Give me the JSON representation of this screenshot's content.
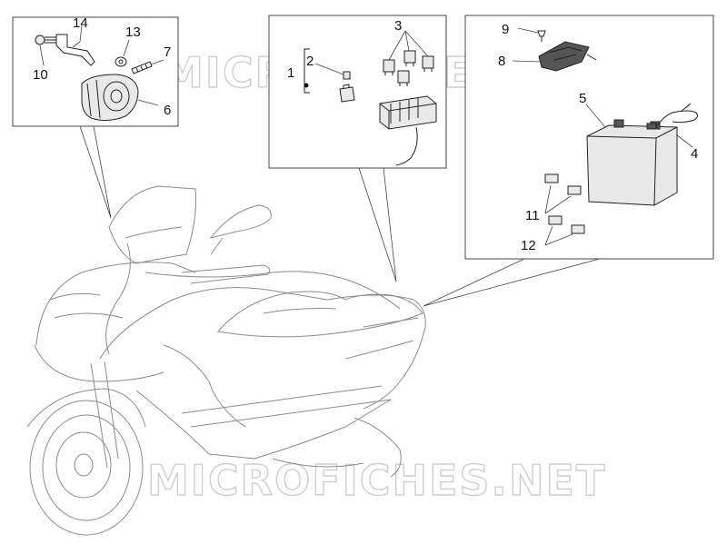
{
  "callouts": {
    "c1": "1",
    "c2": "2",
    "c3": "3",
    "c4": "4",
    "c5": "5",
    "c6": "6",
    "c7": "7",
    "c8": "8",
    "c9": "9",
    "c10": "10",
    "c11": "11",
    "c12": "12",
    "c13": "13",
    "c14": "14"
  },
  "watermark": {
    "top": "MICROFICHES.NET",
    "bottom": "MICROFICHES.NET"
  },
  "colors": {
    "line": "#222222",
    "scooter_outline": "#8b8b8b",
    "watermark": "#cfcfcf"
  }
}
